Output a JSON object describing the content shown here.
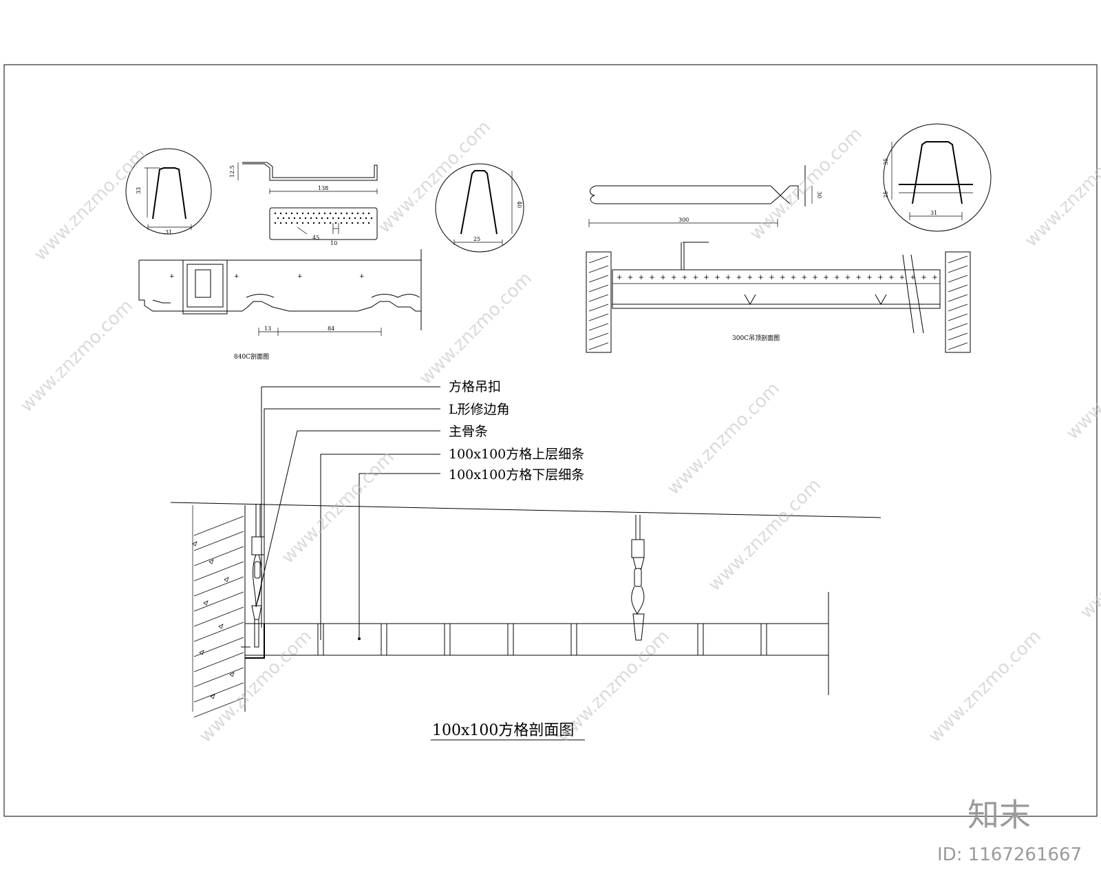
{
  "drawing": {
    "callouts": [
      "方格吊扣",
      "L形修边角",
      "主骨条",
      "100x100方格上层细条",
      "100x100方格下层细条"
    ],
    "main_title": "100x100方格剖面图",
    "detail_labels": {
      "left_section": "840C剖面图",
      "right_section": "300C吊顶剖面图"
    },
    "dimensions": {
      "circle1_height": "33",
      "circle1_width": "31",
      "top_profile_height": "12.5",
      "top_profile_width": "138",
      "perforated_width": "10",
      "perforated_angle": "45",
      "bottom_left_gap": "13",
      "bottom_span": "84",
      "circle2_height": "40",
      "circle2_width": "25",
      "right_panel_height": "30",
      "right_panel_width": "300",
      "circle3_top": "35",
      "circle3_bottom": "25",
      "circle3_width": "31"
    }
  },
  "watermark": {
    "site": "znzmo.com",
    "url": "www.znzmo.com",
    "brand": "知末",
    "image_id": "ID: 1167261667"
  }
}
